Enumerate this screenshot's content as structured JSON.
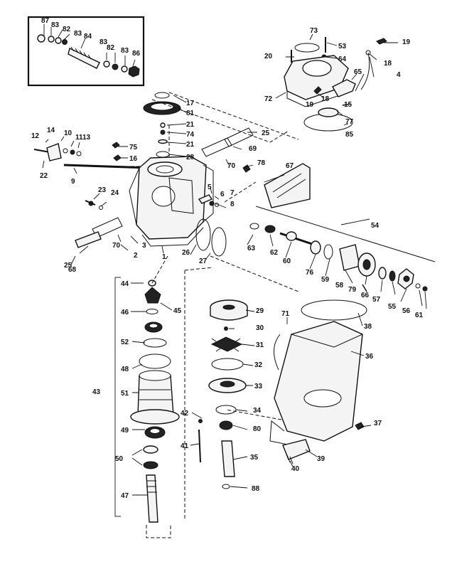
{
  "diagram": {
    "callouts": [
      "1",
      "2",
      "3",
      "4",
      "5",
      "6",
      "7",
      "8",
      "9",
      "10",
      "11",
      "12",
      "13",
      "14",
      "15",
      "16",
      "17",
      "18",
      "19",
      "20",
      "21",
      "22",
      "23",
      "24",
      "25",
      "26",
      "27",
      "28",
      "29",
      "30",
      "31",
      "32",
      "33",
      "34",
      "35",
      "36",
      "37",
      "38",
      "39",
      "40",
      "41",
      "42",
      "43",
      "44",
      "45",
      "46",
      "47",
      "48",
      "49",
      "50",
      "51",
      "52",
      "53",
      "54",
      "55",
      "56",
      "57",
      "58",
      "59",
      "60",
      "61",
      "62",
      "63",
      "64",
      "65",
      "66",
      "67",
      "68",
      "69",
      "70",
      "71",
      "72",
      "73",
      "74",
      "75",
      "76",
      "77",
      "78",
      "79",
      "80",
      "81",
      "82",
      "83",
      "84",
      "85",
      "86",
      "87",
      "88"
    ]
  }
}
